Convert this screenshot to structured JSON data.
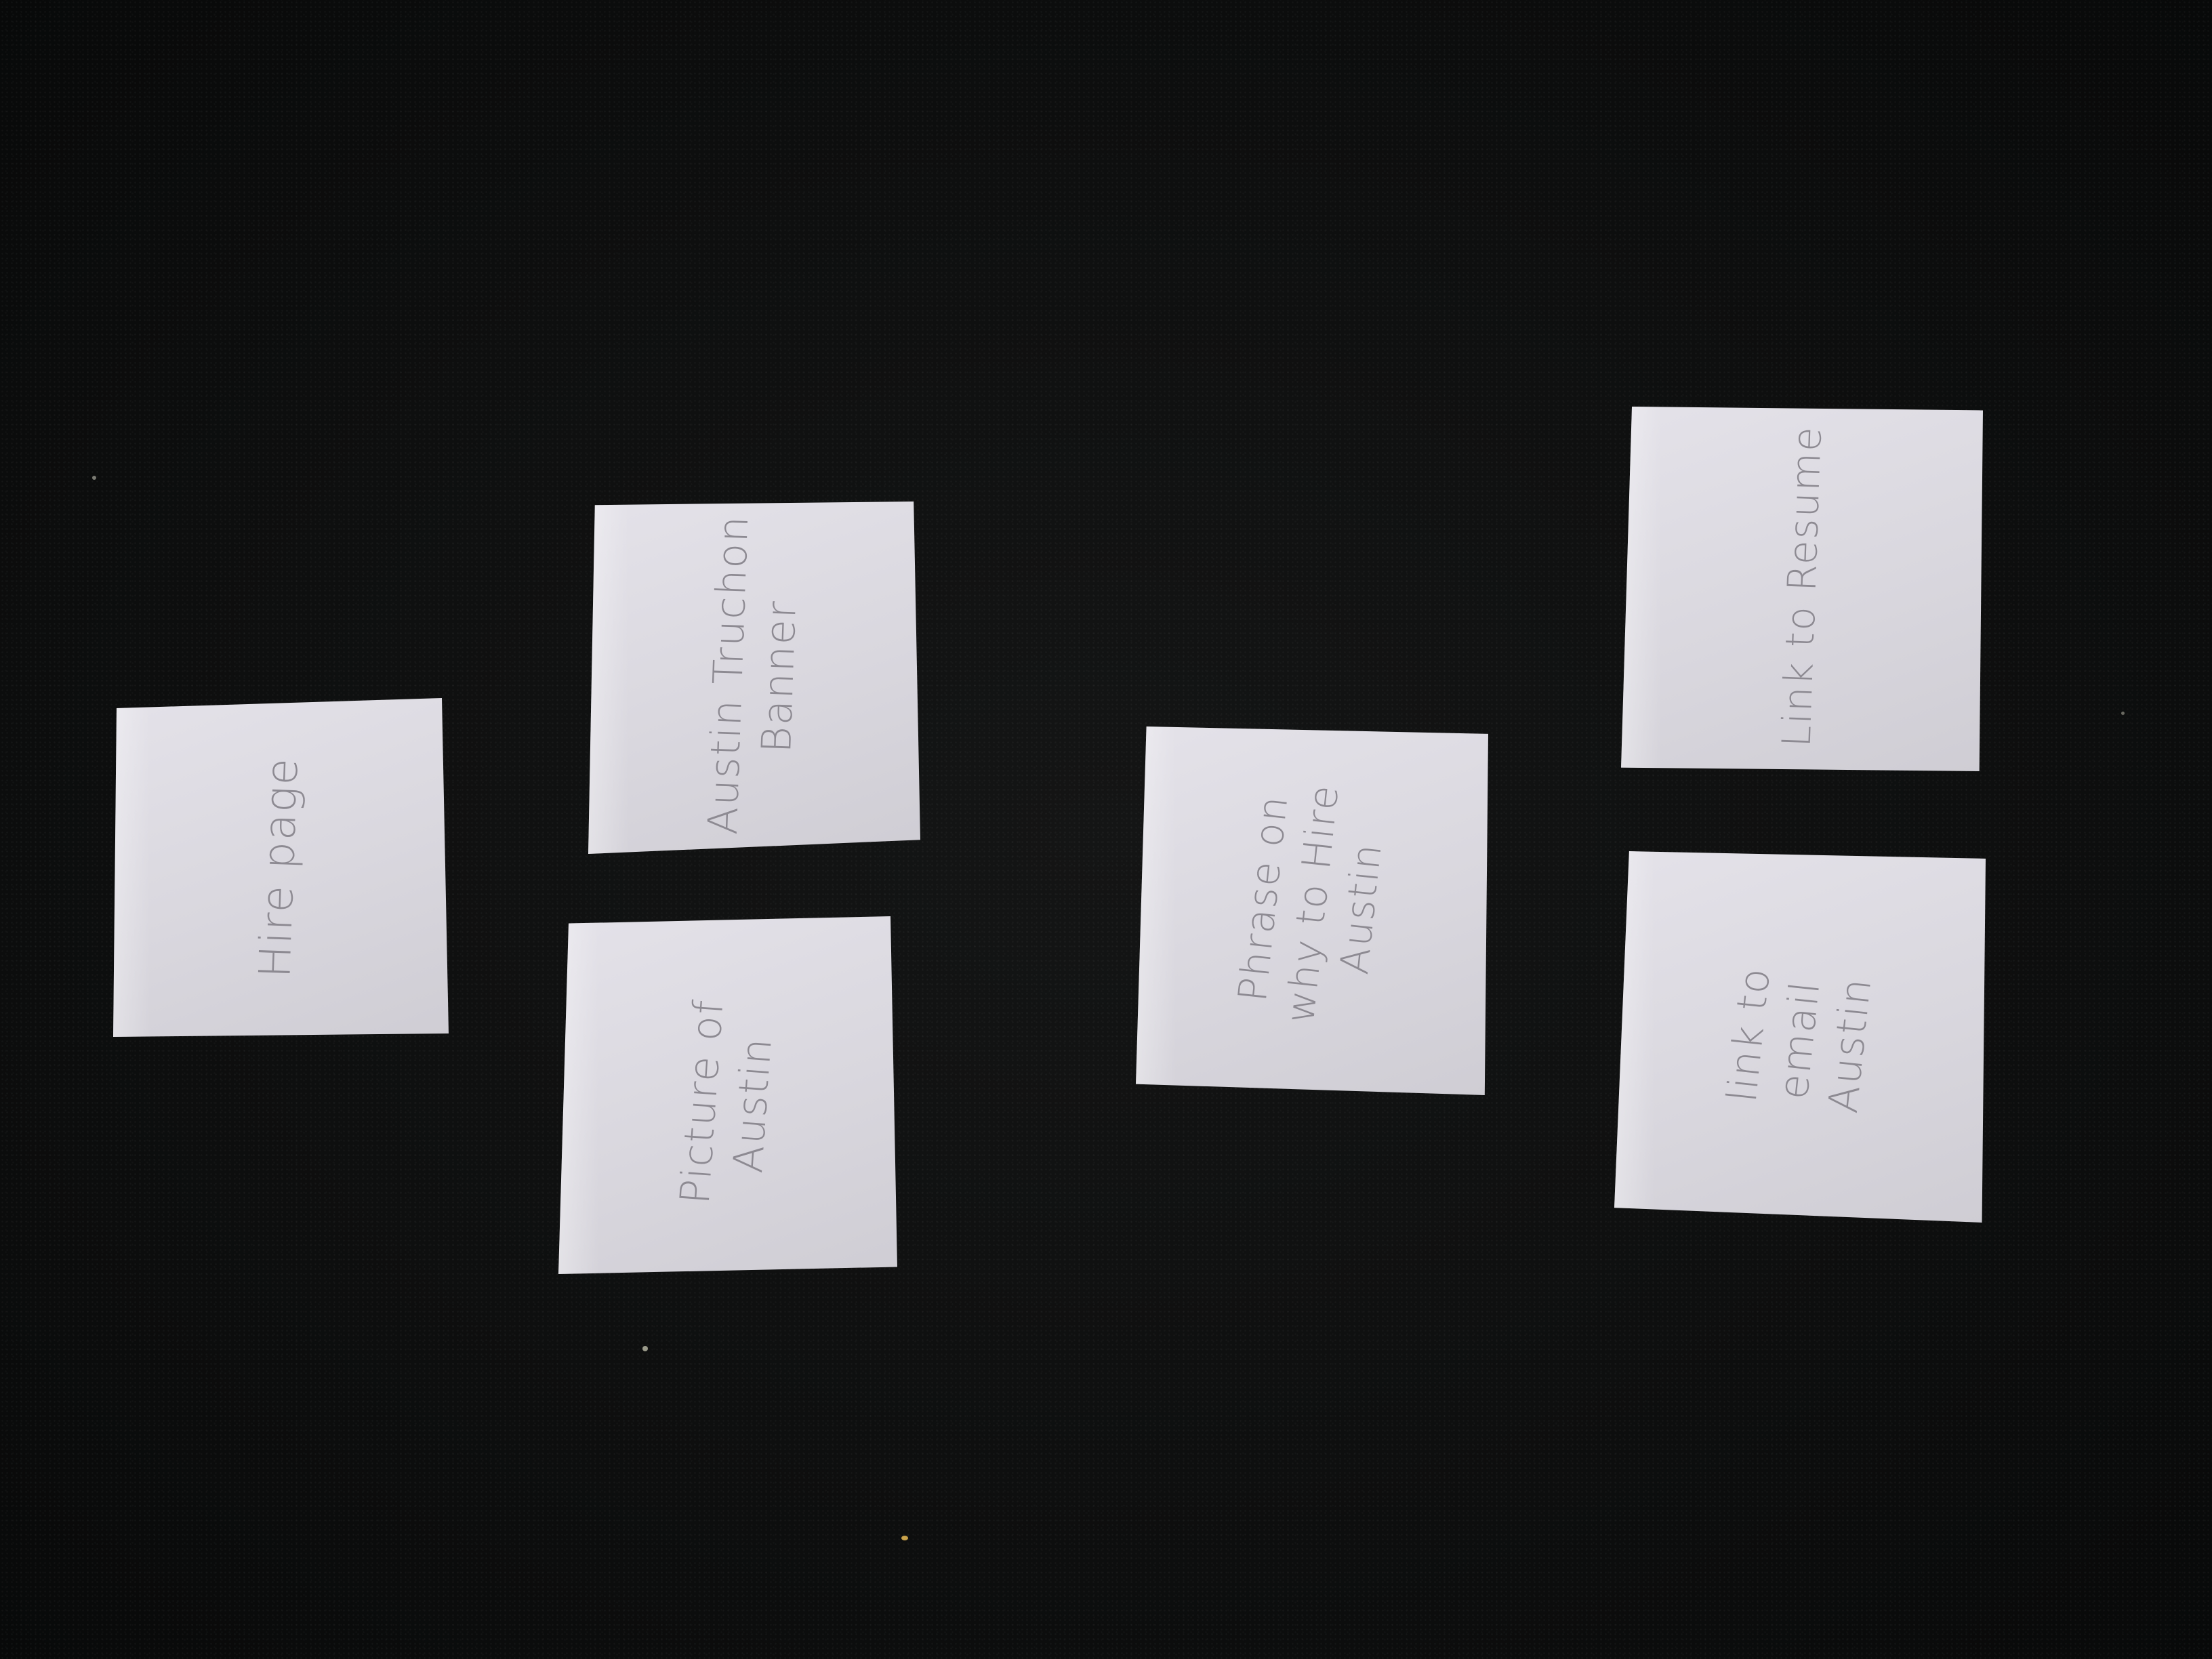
{
  "scene": {
    "background": "#0b0c0c",
    "paper_color": "#dcdae1",
    "ink_color": "#8d8a92"
  },
  "notes": [
    {
      "id": "hire-page",
      "text": "Hire page"
    },
    {
      "id": "banner",
      "text": "Austin Truchon\nBanner"
    },
    {
      "id": "picture",
      "text": "Picture of\nAustin"
    },
    {
      "id": "phrase",
      "text": "Phrase on\nwhy to Hire\nAustin"
    },
    {
      "id": "resume",
      "text": "Link to Resume"
    },
    {
      "id": "email",
      "text": "link to\nemail\nAustin"
    }
  ]
}
